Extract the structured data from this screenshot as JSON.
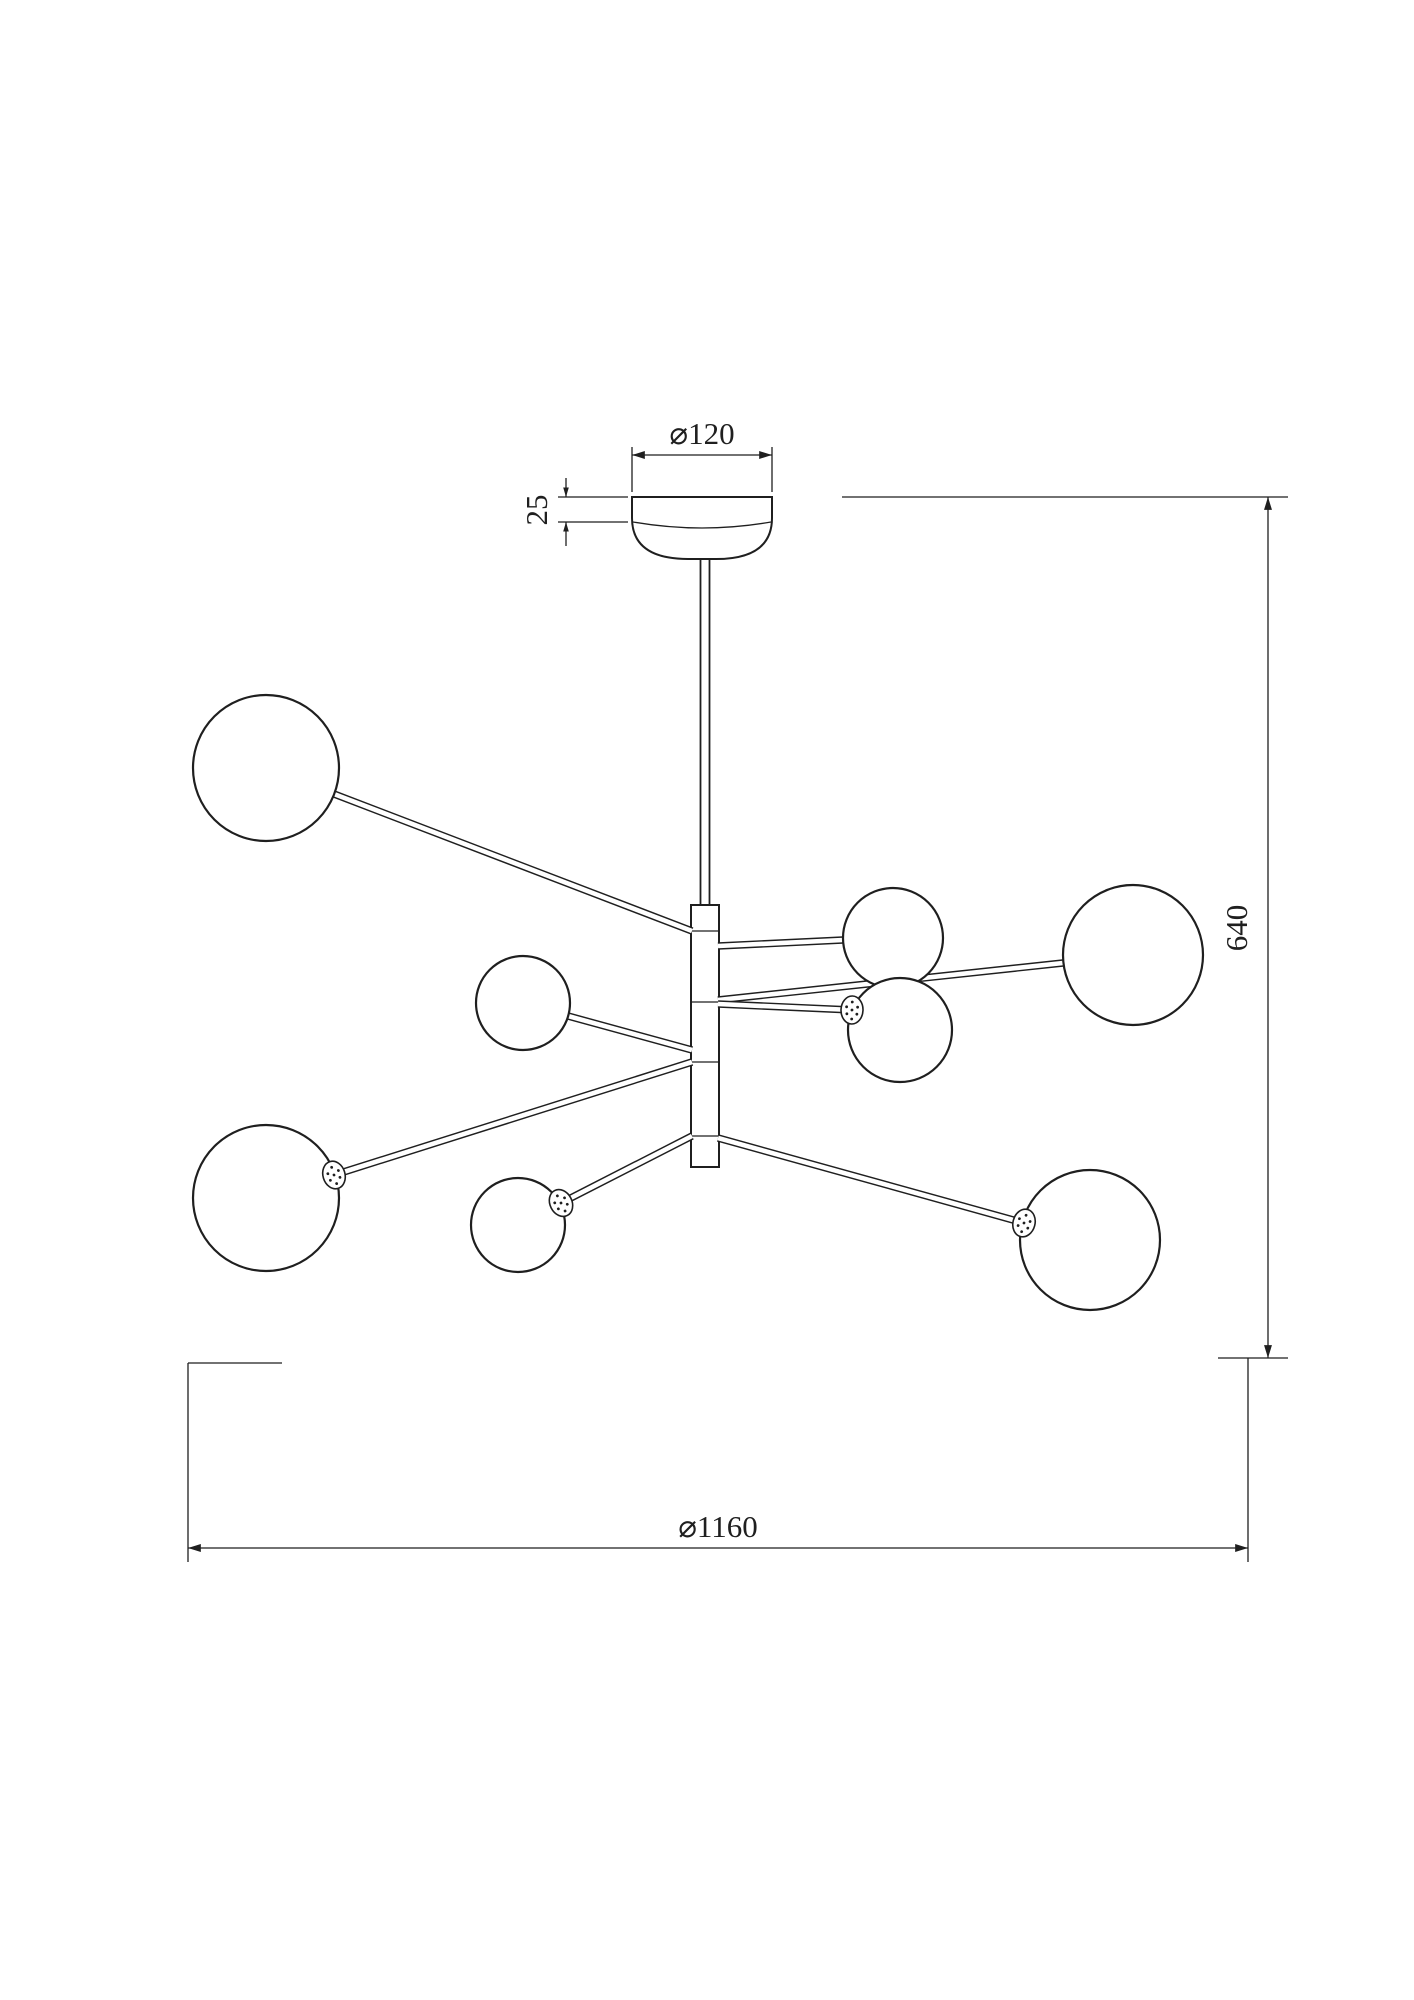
{
  "page": {
    "background": "#ffffff",
    "line_color": "#1f1f1f",
    "description": "Dimensional line drawing of an eight-globe sputnik chandelier"
  },
  "drawing": {
    "dimensions": {
      "canopy_diameter": {
        "label": "⌀120"
      },
      "canopy_height": {
        "label": "25"
      },
      "overall_height": {
        "label": "640"
      },
      "overall_diameter": {
        "label": "⌀1160"
      }
    }
  }
}
